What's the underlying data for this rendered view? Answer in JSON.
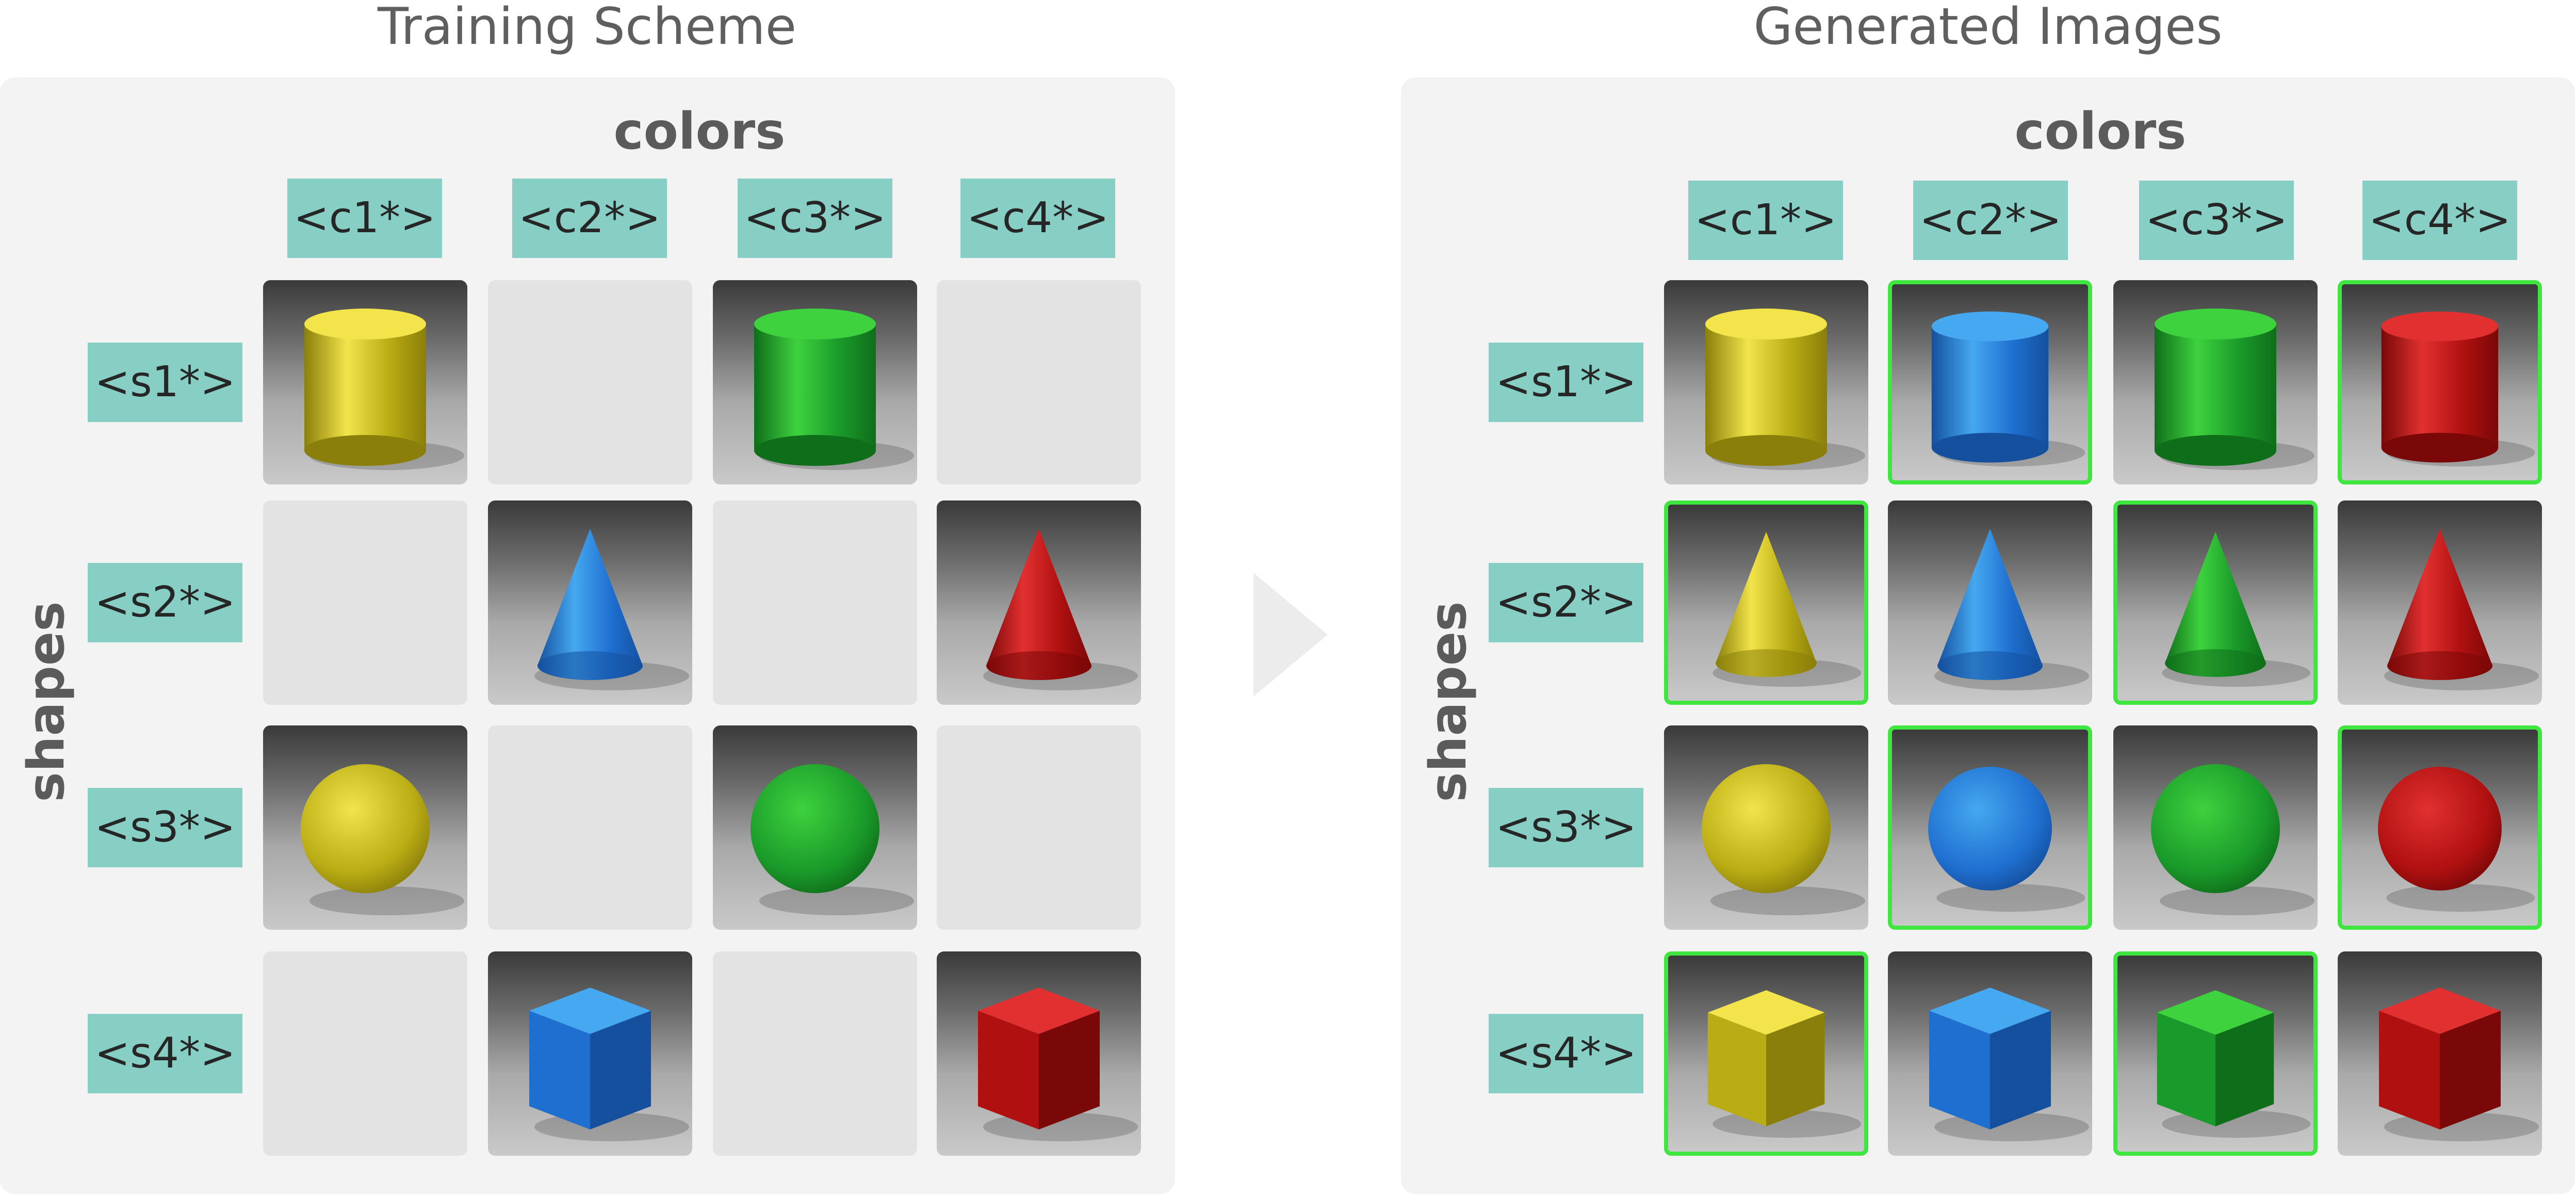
{
  "left_panel": {
    "title": "Training Scheme",
    "colors_label": "colors",
    "shapes_label": "shapes",
    "col_tags": [
      "<c1*>",
      "<c2*>",
      "<c3*>",
      "<c4*>"
    ],
    "row_tags": [
      "<s1*>",
      "<s2*>",
      "<s3*>",
      "<s4*>"
    ],
    "grid": [
      [
        {
          "shape": "cylinder",
          "color": "yellow"
        },
        null,
        {
          "shape": "cylinder",
          "color": "green"
        },
        null
      ],
      [
        null,
        {
          "shape": "cone",
          "color": "blue"
        },
        null,
        {
          "shape": "cone",
          "color": "red"
        }
      ],
      [
        {
          "shape": "sphere",
          "color": "yellow"
        },
        null,
        {
          "shape": "sphere",
          "color": "green"
        },
        null
      ],
      [
        null,
        {
          "shape": "cube",
          "color": "blue"
        },
        null,
        {
          "shape": "cube",
          "color": "red"
        }
      ]
    ]
  },
  "right_panel": {
    "title": "Generated Images",
    "colors_label": "colors",
    "shapes_label": "shapes",
    "col_tags": [
      "<c1*>",
      "<c2*>",
      "<c3*>",
      "<c4*>"
    ],
    "row_tags": [
      "<s1*>",
      "<s2*>",
      "<s3*>",
      "<s4*>"
    ],
    "grid": [
      [
        {
          "shape": "cylinder",
          "color": "yellow",
          "generated": false
        },
        {
          "shape": "cylinder",
          "color": "blue",
          "generated": true
        },
        {
          "shape": "cylinder",
          "color": "green",
          "generated": false
        },
        {
          "shape": "cylinder",
          "color": "red",
          "generated": true
        }
      ],
      [
        {
          "shape": "cone",
          "color": "yellow",
          "generated": true
        },
        {
          "shape": "cone",
          "color": "blue",
          "generated": false
        },
        {
          "shape": "cone",
          "color": "green",
          "generated": true
        },
        {
          "shape": "cone",
          "color": "red",
          "generated": false
        }
      ],
      [
        {
          "shape": "sphere",
          "color": "yellow",
          "generated": false
        },
        {
          "shape": "sphere",
          "color": "blue",
          "generated": true
        },
        {
          "shape": "sphere",
          "color": "green",
          "generated": false
        },
        {
          "shape": "sphere",
          "color": "red",
          "generated": true
        }
      ],
      [
        {
          "shape": "cube",
          "color": "yellow",
          "generated": true
        },
        {
          "shape": "cube",
          "color": "blue",
          "generated": false
        },
        {
          "shape": "cube",
          "color": "green",
          "generated": true
        },
        {
          "shape": "cube",
          "color": "red",
          "generated": false
        }
      ]
    ]
  },
  "palette": {
    "yellow": [
      "#f2e44a",
      "#b9ac14",
      "#8a7f0a"
    ],
    "blue": [
      "#45a8f0",
      "#1f6fd0",
      "#14509e"
    ],
    "green": [
      "#3ed23e",
      "#1a9a2a",
      "#0f6e1a"
    ],
    "red": [
      "#e23030",
      "#b01010",
      "#7a0808"
    ],
    "highlight": "#3fe63f",
    "tag_bg": "#87cfc4"
  }
}
